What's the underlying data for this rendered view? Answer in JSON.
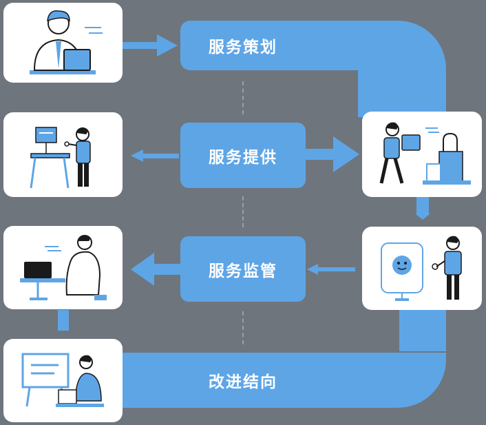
{
  "steps": {
    "planning": "服务策划",
    "delivery": "服务提供",
    "supervision": "服务监管",
    "improvement": "改进结向"
  },
  "colors": {
    "background": "#6f757d",
    "accent": "#5ea5e6",
    "card": "#ffffff",
    "ink": "#1a1a1a"
  },
  "icons": {
    "card1": "man-at-laptop-icon",
    "card2": "man-with-board-icon",
    "card3": "man-with-tablet-icon",
    "card4": "man-at-laptop-desk-icon",
    "card5": "man-with-robot-icon",
    "card6": "man-with-presentation-icon"
  }
}
